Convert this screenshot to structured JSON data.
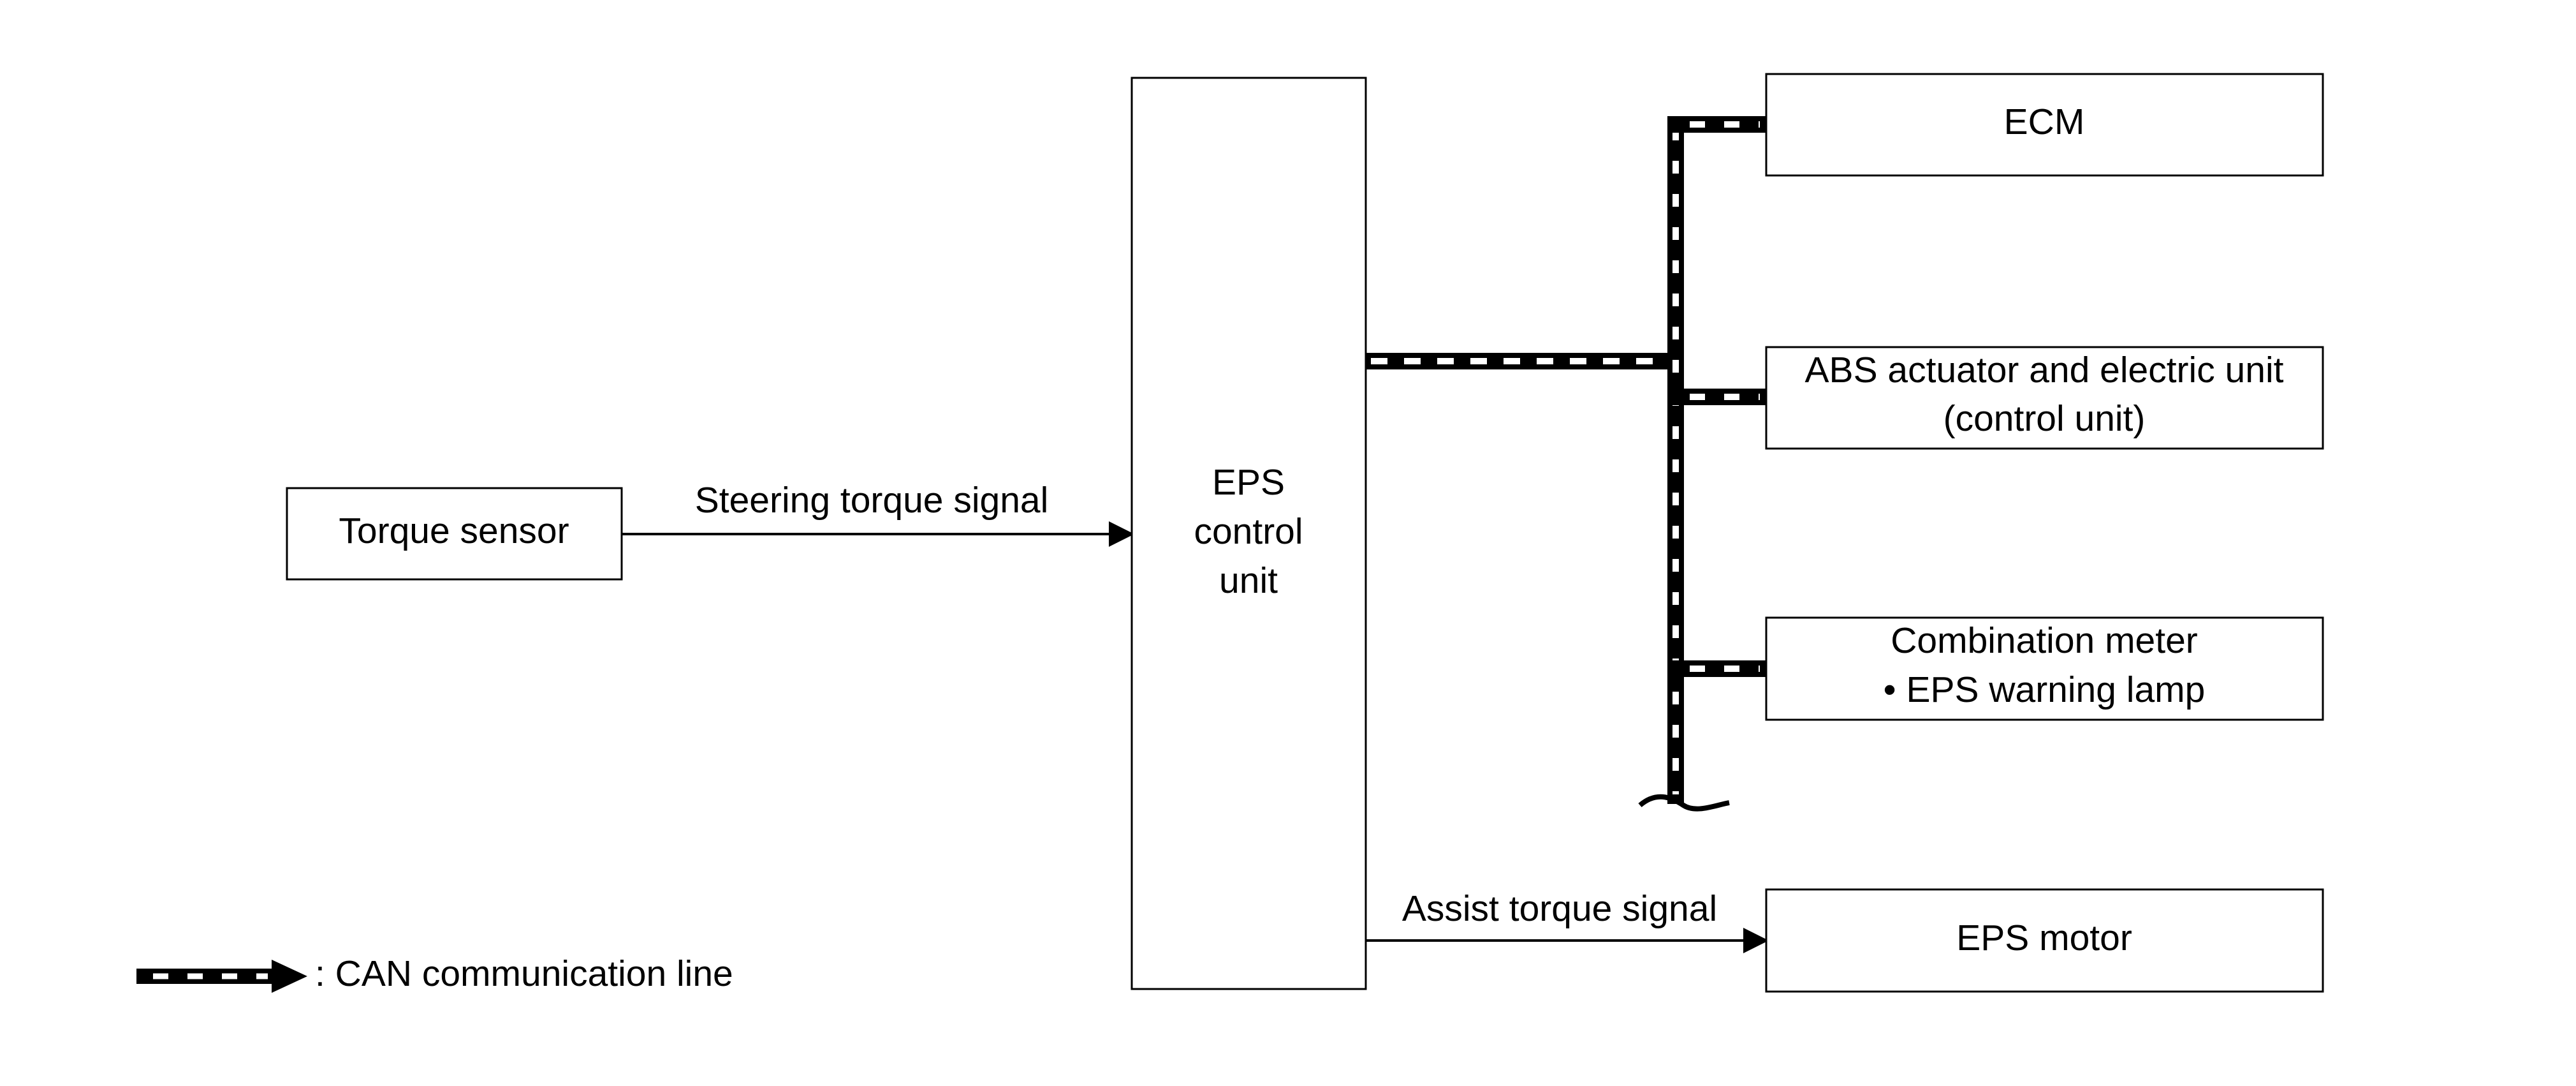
{
  "blocks": {
    "torque_sensor": "Torque sensor",
    "eps_control_unit": [
      "EPS",
      "control",
      "unit"
    ],
    "ecm": "ECM",
    "abs_unit": [
      "ABS actuator and electric unit",
      "(control unit)"
    ],
    "combination_meter": [
      "Combination meter",
      "• EPS warning lamp"
    ],
    "eps_motor": "EPS motor"
  },
  "signals": {
    "steering_torque": "Steering torque signal",
    "assist_torque": "Assist torque signal"
  },
  "legend": {
    "label": ": CAN communication line"
  },
  "colors": {
    "line": "#000000",
    "background": "#ffffff"
  }
}
